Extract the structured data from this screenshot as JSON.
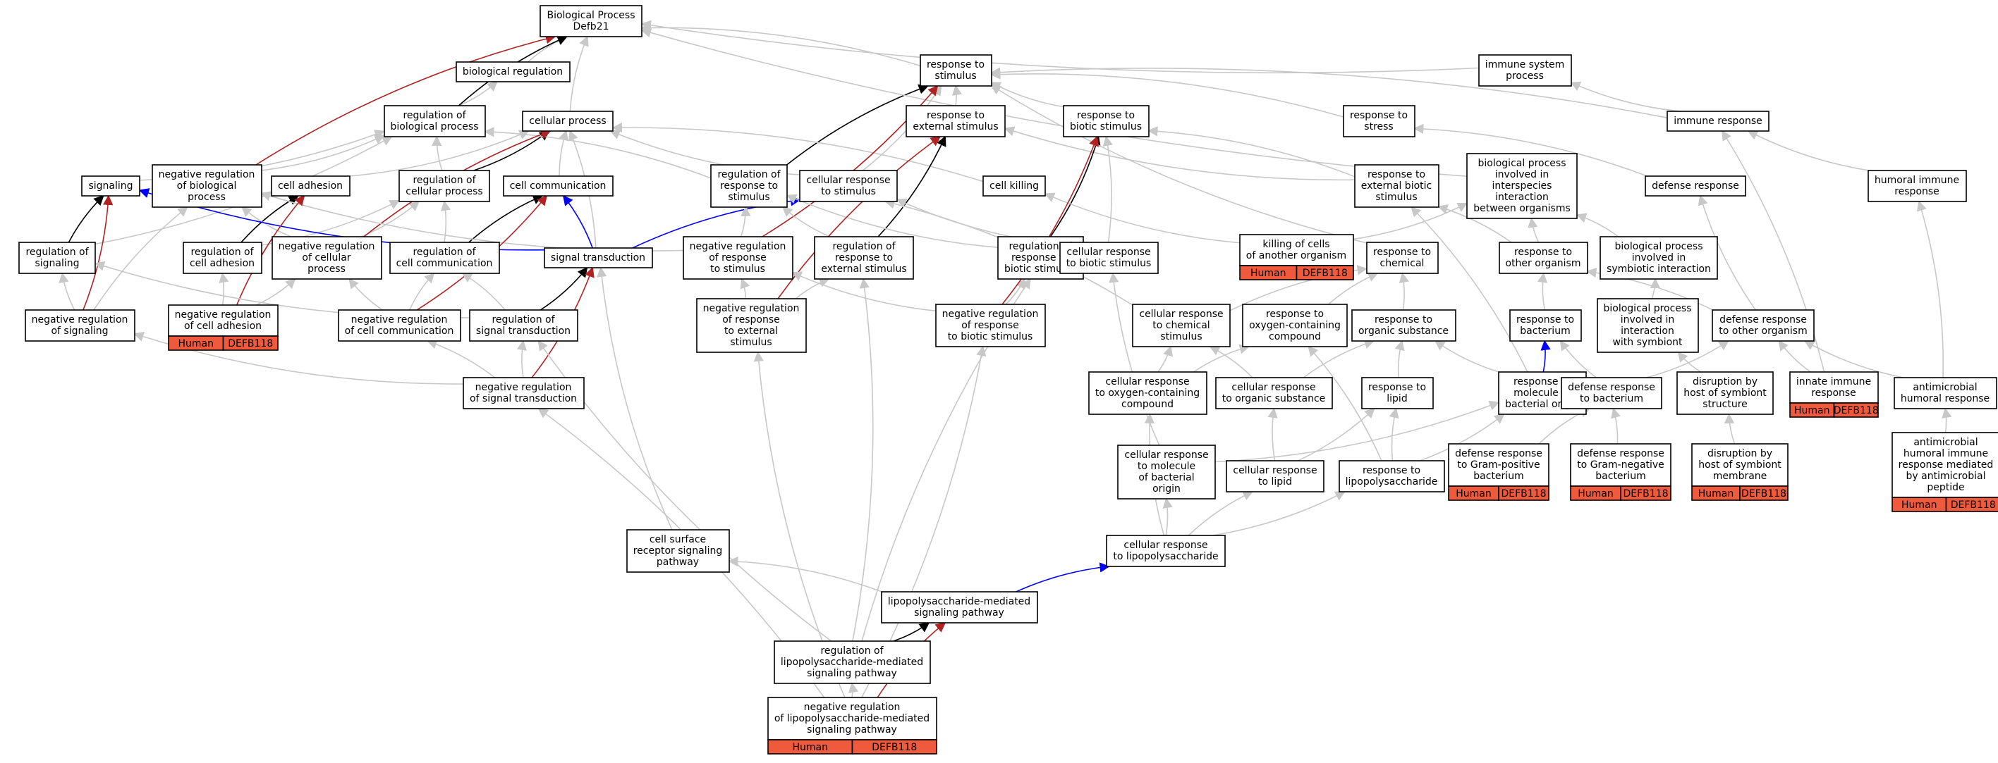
{
  "colors": {
    "is_a": "#c8c8c8",
    "part_of": "#000000",
    "negatively_regulates": "#b22222",
    "positively_regulates": "#0000ff",
    "annotation": "#ef5a3c"
  },
  "nodes": [
    {
      "id": "bp",
      "label": [
        "Biological Process",
        "Defb21"
      ]
    },
    {
      "id": "bioreg",
      "label": [
        "biological regulation"
      ]
    },
    {
      "id": "regbp",
      "label": [
        "regulation of",
        "biological process"
      ]
    },
    {
      "id": "cellproc",
      "label": [
        "cellular process"
      ]
    },
    {
      "id": "rts",
      "label": [
        "response to",
        "stimulus"
      ]
    },
    {
      "id": "iss",
      "label": [
        "immune system",
        "process"
      ]
    },
    {
      "id": "rtes",
      "label": [
        "response to",
        "external stimulus"
      ]
    },
    {
      "id": "rtbs",
      "label": [
        "response to",
        "biotic stimulus"
      ]
    },
    {
      "id": "rtstress",
      "label": [
        "response to",
        "stress"
      ]
    },
    {
      "id": "immresp",
      "label": [
        "immune response"
      ]
    },
    {
      "id": "signaling",
      "label": [
        "signaling"
      ]
    },
    {
      "id": "negregbp",
      "label": [
        "negative regulation",
        "of biological",
        "process"
      ]
    },
    {
      "id": "celladh",
      "label": [
        "cell adhesion"
      ]
    },
    {
      "id": "regcp",
      "label": [
        "regulation of",
        "cellular process"
      ]
    },
    {
      "id": "cellcomm",
      "label": [
        "cell communication"
      ]
    },
    {
      "id": "regrts",
      "label": [
        "regulation of",
        "response to",
        "stimulus"
      ]
    },
    {
      "id": "crts",
      "label": [
        "cellular response",
        "to stimulus"
      ]
    },
    {
      "id": "cellkill",
      "label": [
        "cell killing"
      ]
    },
    {
      "id": "rtebs",
      "label": [
        "response to",
        "external biotic",
        "stimulus"
      ]
    },
    {
      "id": "bpinter",
      "label": [
        "biological process",
        "involved in",
        "interspecies",
        "interaction",
        "between organisms"
      ]
    },
    {
      "id": "defresp",
      "label": [
        "defense response"
      ]
    },
    {
      "id": "humimm",
      "label": [
        "humoral immune",
        "response"
      ]
    },
    {
      "id": "regsig",
      "label": [
        "regulation of",
        "signaling"
      ]
    },
    {
      "id": "regca",
      "label": [
        "regulation of",
        "cell adhesion"
      ]
    },
    {
      "id": "negregcp",
      "label": [
        "negative regulation",
        "of cellular",
        "process"
      ]
    },
    {
      "id": "regcc",
      "label": [
        "regulation of",
        "cell communication"
      ]
    },
    {
      "id": "sigtrans",
      "label": [
        "signal transduction"
      ]
    },
    {
      "id": "negregrts",
      "label": [
        "negative regulation",
        "of response",
        "to stimulus"
      ]
    },
    {
      "id": "regrtes",
      "label": [
        "regulation of",
        "response to",
        "external stimulus"
      ]
    },
    {
      "id": "regrtbs",
      "label": [
        "regulation of",
        "response to",
        "biotic stimulus"
      ]
    },
    {
      "id": "crtbs",
      "label": [
        "cellular response",
        "to biotic stimulus"
      ]
    },
    {
      "id": "killcells",
      "label": [
        "killing of cells",
        "of another organism"
      ],
      "annotation": [
        "Human",
        "DEFB118"
      ]
    },
    {
      "id": "rtchem",
      "label": [
        "response to",
        "chemical"
      ]
    },
    {
      "id": "rtother",
      "label": [
        "response to",
        "other organism"
      ]
    },
    {
      "id": "bpsymb",
      "label": [
        "biological process",
        "involved in",
        "symbiotic interaction"
      ]
    },
    {
      "id": "negregsig",
      "label": [
        "negative regulation",
        "of signaling"
      ]
    },
    {
      "id": "negregca",
      "label": [
        "negative regulation",
        "of cell adhesion"
      ],
      "annotation": [
        "Human",
        "DEFB118"
      ]
    },
    {
      "id": "negregcc",
      "label": [
        "negative regulation",
        "of cell communication"
      ]
    },
    {
      "id": "regst",
      "label": [
        "regulation of",
        "signal transduction"
      ]
    },
    {
      "id": "negregrtes",
      "label": [
        "negative regulation",
        "of response",
        "to external",
        "stimulus"
      ]
    },
    {
      "id": "negregrtbs",
      "label": [
        "negative regulation",
        "of response",
        "to biotic stimulus"
      ]
    },
    {
      "id": "crtchem",
      "label": [
        "cellular response",
        "to chemical",
        "stimulus"
      ]
    },
    {
      "id": "rtoxy",
      "label": [
        "response to",
        "oxygen-containing",
        "compound"
      ]
    },
    {
      "id": "rtorg",
      "label": [
        "response to",
        "organic substance"
      ]
    },
    {
      "id": "rtbact",
      "label": [
        "response to",
        "bacterium"
      ]
    },
    {
      "id": "bpwsymb",
      "label": [
        "biological process",
        "involved in",
        "interaction",
        "with symbiont"
      ]
    },
    {
      "id": "defother",
      "label": [
        "defense response",
        "to other organism"
      ]
    },
    {
      "id": "negregst",
      "label": [
        "negative regulation",
        "of signal transduction"
      ]
    },
    {
      "id": "crtoxy",
      "label": [
        "cellular response",
        "to oxygen-containing",
        "compound"
      ]
    },
    {
      "id": "crtorg",
      "label": [
        "cellular response",
        "to organic substance"
      ]
    },
    {
      "id": "rtlipid",
      "label": [
        "response to",
        "lipid"
      ]
    },
    {
      "id": "rtmbo",
      "label": [
        "response to",
        "molecule of",
        "bacterial origin"
      ]
    },
    {
      "id": "defbact",
      "label": [
        "defense response",
        "to bacterium"
      ]
    },
    {
      "id": "disrupt",
      "label": [
        "disruption by",
        "host of symbiont",
        "structure"
      ]
    },
    {
      "id": "innate",
      "label": [
        "innate immune",
        "response"
      ],
      "annotation": [
        "Human",
        "DEFB118"
      ]
    },
    {
      "id": "amhum",
      "label": [
        "antimicrobial",
        "humoral response"
      ]
    },
    {
      "id": "crtmbo",
      "label": [
        "cellular response",
        "to molecule",
        "of bacterial",
        "origin"
      ]
    },
    {
      "id": "crtlipid",
      "label": [
        "cellular response",
        "to lipid"
      ]
    },
    {
      "id": "rtlps",
      "label": [
        "response to",
        "lipopolysaccharide"
      ]
    },
    {
      "id": "defgp",
      "label": [
        "defense response",
        "to Gram-positive",
        "bacterium"
      ],
      "annotation": [
        "Human",
        "DEFB118"
      ]
    },
    {
      "id": "defgn",
      "label": [
        "defense response",
        "to Gram-negative",
        "bacterium"
      ],
      "annotation": [
        "Human",
        "DEFB118"
      ]
    },
    {
      "id": "disruptmem",
      "label": [
        "disruption by",
        "host of symbiont",
        "membrane"
      ],
      "annotation": [
        "Human",
        "DEFB118"
      ]
    },
    {
      "id": "amhumpep",
      "label": [
        "antimicrobial",
        "humoral immune",
        "response mediated",
        "by antimicrobial",
        "peptide"
      ],
      "annotation": [
        "Human",
        "DEFB118"
      ]
    },
    {
      "id": "csrsp",
      "label": [
        "cell surface",
        "receptor signaling",
        "pathway"
      ]
    },
    {
      "id": "crtlps",
      "label": [
        "cellular response",
        "to lipopolysaccharide"
      ]
    },
    {
      "id": "lpsmsp",
      "label": [
        "lipopolysaccharide-mediated",
        "signaling pathway"
      ]
    },
    {
      "id": "reglps",
      "label": [
        "regulation of",
        "lipopolysaccharide-mediated",
        "signaling pathway"
      ]
    },
    {
      "id": "negreglps",
      "label": [
        "negative regulation",
        "of lipopolysaccharide-mediated",
        "signaling pathway"
      ],
      "annotation": [
        "Human",
        "DEFB118"
      ]
    }
  ],
  "edges": [
    [
      "bioreg",
      "bp",
      "is_a"
    ],
    [
      "regbp",
      "bioreg",
      "is_a"
    ],
    [
      "cellproc",
      "bp",
      "is_a"
    ],
    [
      "rts",
      "bp",
      "is_a"
    ],
    [
      "iss",
      "bp",
      "is_a"
    ],
    [
      "rtes",
      "rts",
      "is_a"
    ],
    [
      "rtbs",
      "rts",
      "is_a"
    ],
    [
      "rtstress",
      "rts",
      "is_a"
    ],
    [
      "immresp",
      "iss",
      "is_a"
    ],
    [
      "immresp",
      "rts",
      "is_a"
    ],
    [
      "regbp",
      "bp",
      "part_of"
    ],
    [
      "negregbp",
      "regbp",
      "is_a"
    ],
    [
      "negregbp",
      "bp",
      "negatively_regulates"
    ],
    [
      "celladh",
      "cellproc",
      "is_a"
    ],
    [
      "regcp",
      "regbp",
      "is_a"
    ],
    [
      "regcp",
      "cellproc",
      "part_of"
    ],
    [
      "cellcomm",
      "cellproc",
      "is_a"
    ],
    [
      "regrts",
      "regbp",
      "is_a"
    ],
    [
      "regrts",
      "rts",
      "part_of"
    ],
    [
      "crts",
      "rts",
      "is_a"
    ],
    [
      "crts",
      "cellproc",
      "is_a"
    ],
    [
      "cellkill",
      "cellproc",
      "is_a"
    ],
    [
      "rtebs",
      "rtes",
      "is_a"
    ],
    [
      "rtebs",
      "rtbs",
      "is_a"
    ],
    [
      "bpinter",
      "bp",
      "is_a"
    ],
    [
      "defresp",
      "rtstress",
      "is_a"
    ],
    [
      "humimm",
      "immresp",
      "is_a"
    ],
    [
      "signaling",
      "regbp",
      "is_a"
    ],
    [
      "regsig",
      "signaling",
      "part_of"
    ],
    [
      "regsig",
      "regbp",
      "is_a"
    ],
    [
      "regca",
      "celladh",
      "part_of"
    ],
    [
      "regca",
      "regcp",
      "is_a"
    ],
    [
      "negregcp",
      "negregbp",
      "is_a"
    ],
    [
      "negregcp",
      "regcp",
      "is_a"
    ],
    [
      "negregcp",
      "cellproc",
      "negatively_regulates"
    ],
    [
      "regcc",
      "regcp",
      "is_a"
    ],
    [
      "regcc",
      "cellcomm",
      "part_of"
    ],
    [
      "sigtrans",
      "cellcomm",
      "positively_regulates"
    ],
    [
      "sigtrans",
      "signaling",
      "positively_regulates"
    ],
    [
      "sigtrans",
      "cellproc",
      "is_a"
    ],
    [
      "sigtrans",
      "crts",
      "positively_regulates"
    ],
    [
      "negregrts",
      "regrts",
      "is_a"
    ],
    [
      "negregrts",
      "negregbp",
      "is_a"
    ],
    [
      "negregrts",
      "rts",
      "negatively_regulates"
    ],
    [
      "regrtes",
      "regrts",
      "is_a"
    ],
    [
      "regrtes",
      "rtes",
      "part_of"
    ],
    [
      "regrtbs",
      "regrts",
      "is_a"
    ],
    [
      "regrtbs",
      "rtbs",
      "part_of"
    ],
    [
      "crtbs",
      "crts",
      "is_a"
    ],
    [
      "crtbs",
      "rtbs",
      "is_a"
    ],
    [
      "killcells",
      "cellkill",
      "is_a"
    ],
    [
      "killcells",
      "bpinter",
      "is_a"
    ],
    [
      "rtchem",
      "rts",
      "is_a"
    ],
    [
      "rtother",
      "rtebs",
      "is_a"
    ],
    [
      "rtother",
      "bpinter",
      "is_a"
    ],
    [
      "bpsymb",
      "bpinter",
      "is_a"
    ],
    [
      "negregsig",
      "regsig",
      "is_a"
    ],
    [
      "negregsig",
      "signaling",
      "negatively_regulates"
    ],
    [
      "negregsig",
      "negregbp",
      "is_a"
    ],
    [
      "negregca",
      "regca",
      "is_a"
    ],
    [
      "negregca",
      "celladh",
      "negatively_regulates"
    ],
    [
      "negregca",
      "negregcp",
      "is_a"
    ],
    [
      "negregcc",
      "regcc",
      "is_a"
    ],
    [
      "negregcc",
      "cellcomm",
      "negatively_regulates"
    ],
    [
      "negregcc",
      "negregcp",
      "is_a"
    ],
    [
      "regst",
      "sigtrans",
      "part_of"
    ],
    [
      "regst",
      "regsig",
      "is_a"
    ],
    [
      "regst",
      "regcc",
      "is_a"
    ],
    [
      "negregrtes",
      "regrtes",
      "is_a"
    ],
    [
      "negregrtes",
      "negregrts",
      "is_a"
    ],
    [
      "negregrtes",
      "rtes",
      "negatively_regulates"
    ],
    [
      "negregrtbs",
      "regrtbs",
      "is_a"
    ],
    [
      "negregrtbs",
      "negregrts",
      "is_a"
    ],
    [
      "negregrtbs",
      "rtbs",
      "negatively_regulates"
    ],
    [
      "crtchem",
      "rtchem",
      "is_a"
    ],
    [
      "crtchem",
      "crts",
      "is_a"
    ],
    [
      "rtoxy",
      "rtchem",
      "is_a"
    ],
    [
      "rtorg",
      "rtchem",
      "is_a"
    ],
    [
      "rtbact",
      "rtother",
      "is_a"
    ],
    [
      "bpwsymb",
      "bpsymb",
      "is_a"
    ],
    [
      "defother",
      "defresp",
      "is_a"
    ],
    [
      "defother",
      "rtother",
      "is_a"
    ],
    [
      "negregst",
      "regst",
      "is_a"
    ],
    [
      "negregst",
      "sigtrans",
      "negatively_regulates"
    ],
    [
      "negregst",
      "negregsig",
      "is_a"
    ],
    [
      "negregst",
      "negregcc",
      "is_a"
    ],
    [
      "crtoxy",
      "rtoxy",
      "is_a"
    ],
    [
      "crtoxy",
      "crtchem",
      "is_a"
    ],
    [
      "crtorg",
      "rtorg",
      "is_a"
    ],
    [
      "crtorg",
      "crtchem",
      "is_a"
    ],
    [
      "rtlipid",
      "rtorg",
      "is_a"
    ],
    [
      "rtmbo",
      "rtbact",
      "positively_regulates"
    ],
    [
      "rtmbo",
      "rtorg",
      "is_a"
    ],
    [
      "rtmbo",
      "rtebs",
      "is_a"
    ],
    [
      "defbact",
      "rtbact",
      "is_a"
    ],
    [
      "defbact",
      "defother",
      "is_a"
    ],
    [
      "disrupt",
      "bpwsymb",
      "is_a"
    ],
    [
      "innate",
      "immresp",
      "is_a"
    ],
    [
      "innate",
      "defother",
      "is_a"
    ],
    [
      "amhum",
      "humimm",
      "is_a"
    ],
    [
      "amhum",
      "defother",
      "is_a"
    ],
    [
      "crtmbo",
      "rtmbo",
      "is_a"
    ],
    [
      "crtmbo",
      "crtbs",
      "is_a"
    ],
    [
      "crtlipid",
      "rtlipid",
      "is_a"
    ],
    [
      "crtlipid",
      "crtorg",
      "is_a"
    ],
    [
      "rtlps",
      "rtmbo",
      "is_a"
    ],
    [
      "rtlps",
      "rtlipid",
      "is_a"
    ],
    [
      "rtlps",
      "rtoxy",
      "is_a"
    ],
    [
      "defgp",
      "defbact",
      "is_a"
    ],
    [
      "defgn",
      "defbact",
      "is_a"
    ],
    [
      "disruptmem",
      "disrupt",
      "is_a"
    ],
    [
      "amhumpep",
      "amhum",
      "is_a"
    ],
    [
      "csrsp",
      "sigtrans",
      "is_a"
    ],
    [
      "crtlps",
      "crtmbo",
      "is_a"
    ],
    [
      "crtlps",
      "crtlipid",
      "is_a"
    ],
    [
      "crtlps",
      "rtlps",
      "is_a"
    ],
    [
      "crtlps",
      "crtoxy",
      "is_a"
    ],
    [
      "lpsmsp",
      "csrsp",
      "is_a"
    ],
    [
      "lpsmsp",
      "crtlps",
      "positively_regulates"
    ],
    [
      "reglps",
      "lpsmsp",
      "part_of"
    ],
    [
      "reglps",
      "regst",
      "is_a"
    ],
    [
      "reglps",
      "regrtes",
      "is_a"
    ],
    [
      "reglps",
      "regrtbs",
      "is_a"
    ],
    [
      "negreglps",
      "reglps",
      "is_a"
    ],
    [
      "negreglps",
      "lpsmsp",
      "negatively_regulates"
    ],
    [
      "negreglps",
      "negregst",
      "is_a"
    ],
    [
      "negreglps",
      "negregrtes",
      "is_a"
    ],
    [
      "negreglps",
      "negregrtbs",
      "is_a"
    ]
  ]
}
